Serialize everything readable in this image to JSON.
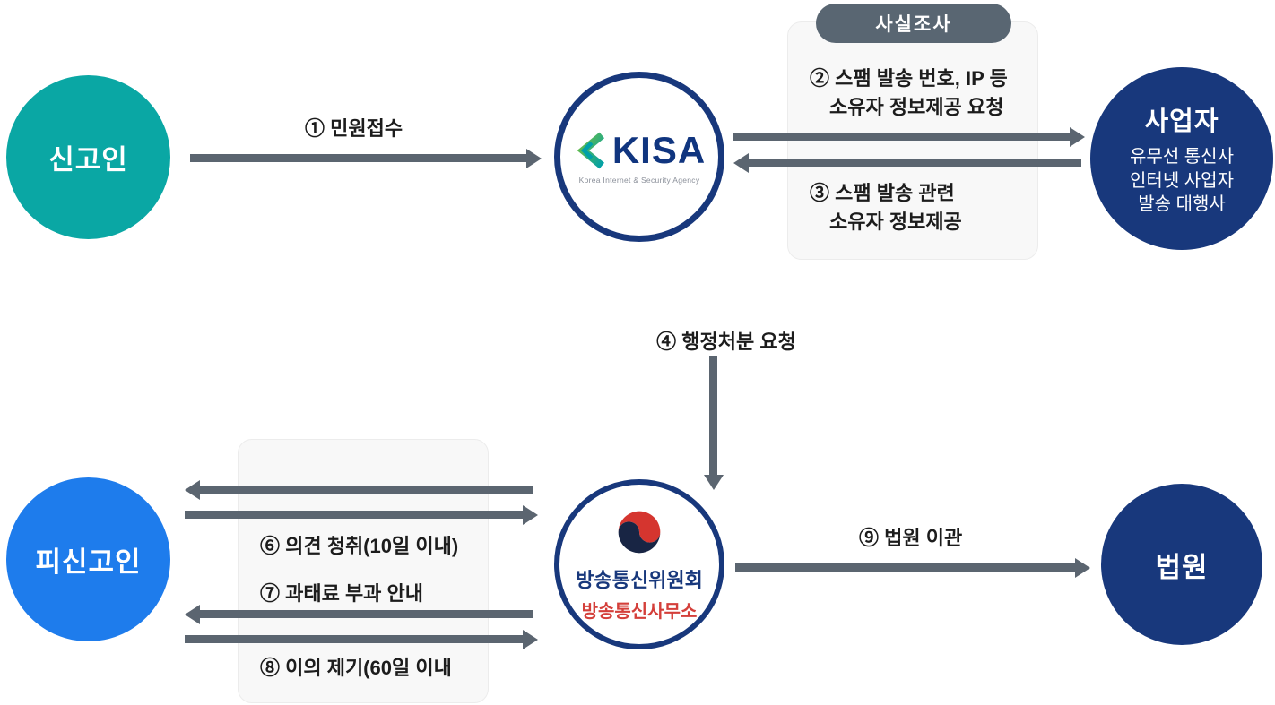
{
  "colors": {
    "teal": "#0aa7a4",
    "navy": "#18387c",
    "blue": "#1e7cec",
    "arrow": "#5b6570",
    "box_bg": "#f8f8f8",
    "box_border": "#ececec",
    "badge_bg": "#596672",
    "kisa_navy": "#10357f",
    "kisa_green": "#6cbe45",
    "kisa_teal": "#00a0a8",
    "kcc_red": "#d43f3a"
  },
  "nodes": {
    "reporter": {
      "label": "신고인"
    },
    "kisa": {
      "wordmark": "KISA",
      "subtitle": "Korea Internet & Security Agency"
    },
    "business": {
      "title": "사업자",
      "lines": [
        "유무선 통신사",
        "인터넷 사업자",
        "발송 대행사"
      ]
    },
    "respondent": {
      "label": "피신고인"
    },
    "commission": {
      "line1": "방송통신위원회",
      "line2": "방송통신사무소"
    },
    "court": {
      "label": "법원"
    }
  },
  "labels": {
    "step1": "① 민원접수",
    "badge": "사실조사",
    "step2_line1": "② 스팸 발송 번호, IP 등",
    "step2_line2": "소유자 정보제공 요청",
    "step3_line1": "③ 스팸 발송 관련",
    "step3_line2": "소유자 정보제공",
    "step4": "④ 행정처분 요청",
    "step6": "⑥ 의견 청취(10일 이내)",
    "step7": "⑦ 과태료 부과 안내",
    "step8": "⑧ 이의 제기(60일 이내",
    "step9": "⑨ 법원 이관"
  }
}
